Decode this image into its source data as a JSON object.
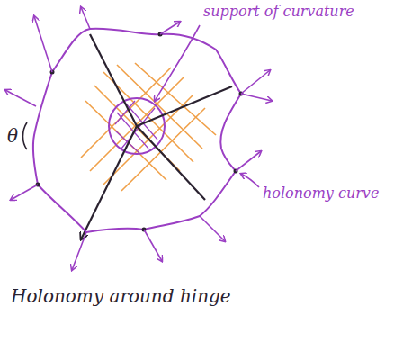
{
  "diagram": {
    "caption": "Holonomy around hinge",
    "labels": [
      "support of curvature",
      "holonomy curve",
      "θ"
    ]
  }
}
